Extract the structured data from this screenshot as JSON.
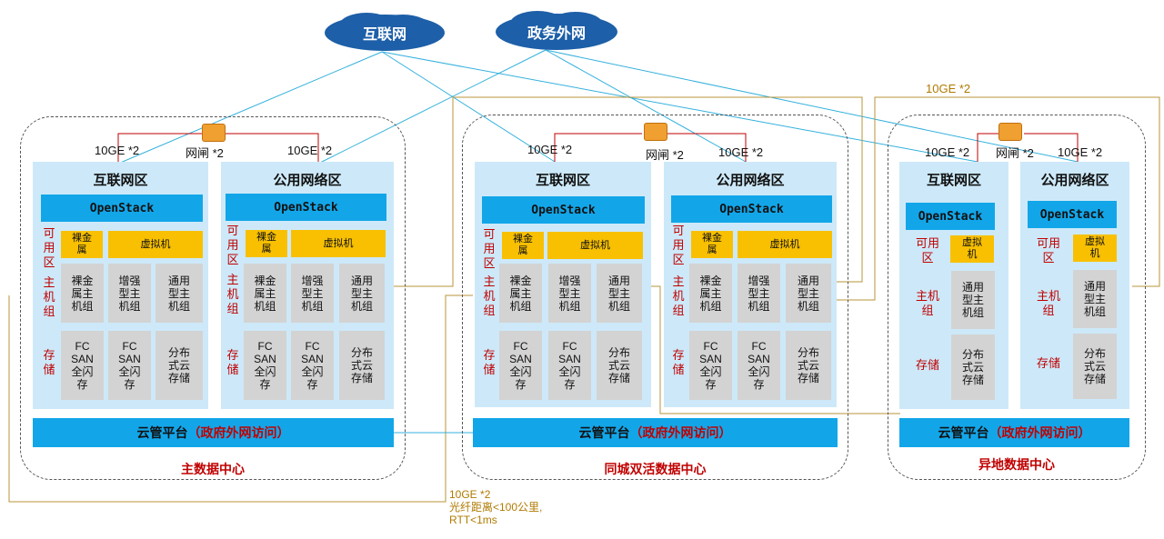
{
  "clouds": {
    "internet": "互联网",
    "gov_net": "政务外网"
  },
  "labels": {
    "tengige": "10GE *2",
    "gateway": "网闸 *2",
    "az": "可\n用\n区",
    "az_inline": "可用\n区",
    "host_group": "主\n机\n组",
    "host_group_inline": "主机\n组",
    "storage": "存\n储",
    "storage_inline": "存储",
    "link_top": "10GE *2",
    "link_bottom": "10GE *2\n光纤距离<100公里,\nRTT<1ms"
  },
  "zones": {
    "internet_zone": "互联网区",
    "public_zone": "公用网络区"
  },
  "openstack": "OpenStack",
  "yellow": {
    "baremetal": "裸金\n属",
    "vm": "虚拟机",
    "vm_split": "虚拟\n机"
  },
  "grey": {
    "bm_host": "裸金\n属主\n机组",
    "enh_host": "增强\n型主\n机组",
    "gen_host": "通用\n型主\n机组",
    "fc_san": "FC\nSAN\n全闪\n存",
    "dist": "分布\n式云\n存储"
  },
  "platform": {
    "main": "云管平台",
    "paren": "（政府外网访问）"
  },
  "datacenters": {
    "main": "主数据中心",
    "sync": "同城双活数据中心",
    "remote": "异地数据中心"
  }
}
